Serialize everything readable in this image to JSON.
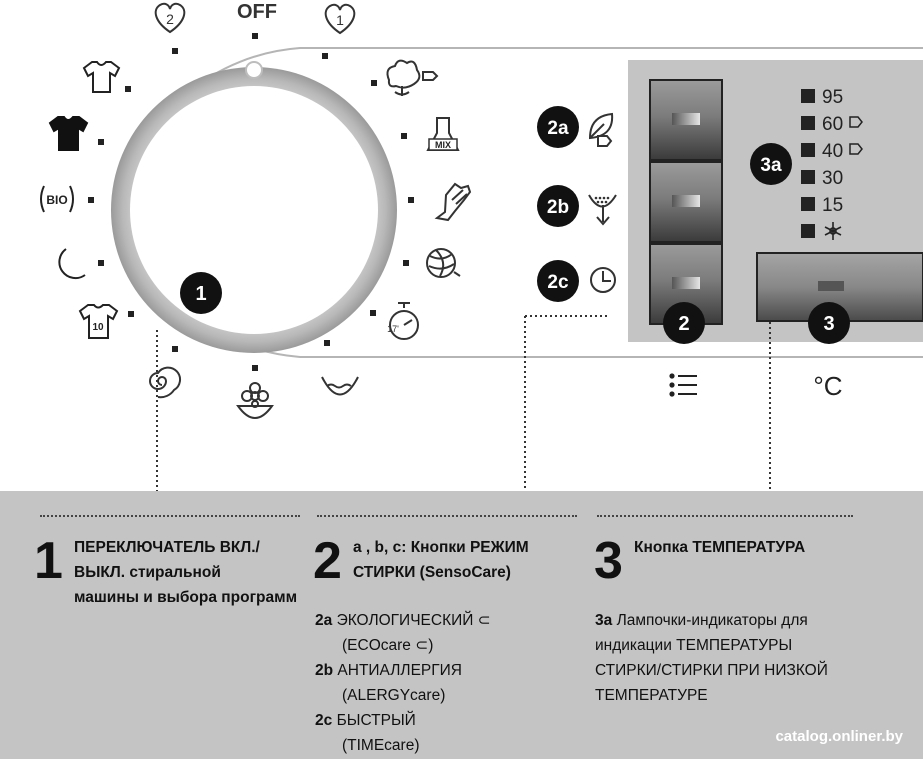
{
  "dial": {
    "off_label": "OFF",
    "heart_left_num": "2",
    "heart_right_num": "1",
    "bio_label": "BIO",
    "mix_label": "MIX",
    "timer_label": "17'",
    "shirt_number": "10",
    "dial_badge": "1"
  },
  "sensocare": {
    "btn_2a_label": "2a",
    "btn_2b_label": "2b",
    "btn_2c_label": "2c",
    "group_badge": "2"
  },
  "temperature": {
    "badge_3a": "3a",
    "leds": [
      "95",
      "60",
      "40",
      "30",
      "15"
    ],
    "button_badge": "3",
    "celsius_symbol": "°C"
  },
  "legend": {
    "s1": {
      "number": "1",
      "lines": [
        "ПЕРЕКЛЮЧАТЕЛЬ ВКЛ./",
        "ВЫКЛ. стиральной",
        "машины и выбора программ"
      ]
    },
    "s2": {
      "number": "2",
      "lines": [
        "a , b, c: Кнопки РЕЖИМ",
        "СТИРКИ (SensoCare)"
      ],
      "items": [
        {
          "label": "2a",
          "text": "ЭКОЛОГИЧЕСКИЙ ⊂",
          "sub": "(ECOcare ⊂)"
        },
        {
          "label": "2b",
          "text": "АНТИАЛЛЕРГИЯ",
          "sub": "(ALERGYcare)"
        },
        {
          "label": "2c",
          "text": "БЫСТРЫЙ",
          "sub": "(TIMEcare)"
        }
      ]
    },
    "s3": {
      "number": "3",
      "lines": [
        "Кнопка ТЕМПЕРАТУРА"
      ],
      "sub_label": "3a",
      "sub_lines": [
        "Лампочки-индикаторы для",
        "индикации ТЕМПЕРАТУРЫ",
        "СТИРКИ/СТИРКИ ПРИ НИЗКОЙ",
        "ТЕМПЕРАТУРЕ"
      ]
    }
  },
  "watermark": "catalog.onliner.by"
}
